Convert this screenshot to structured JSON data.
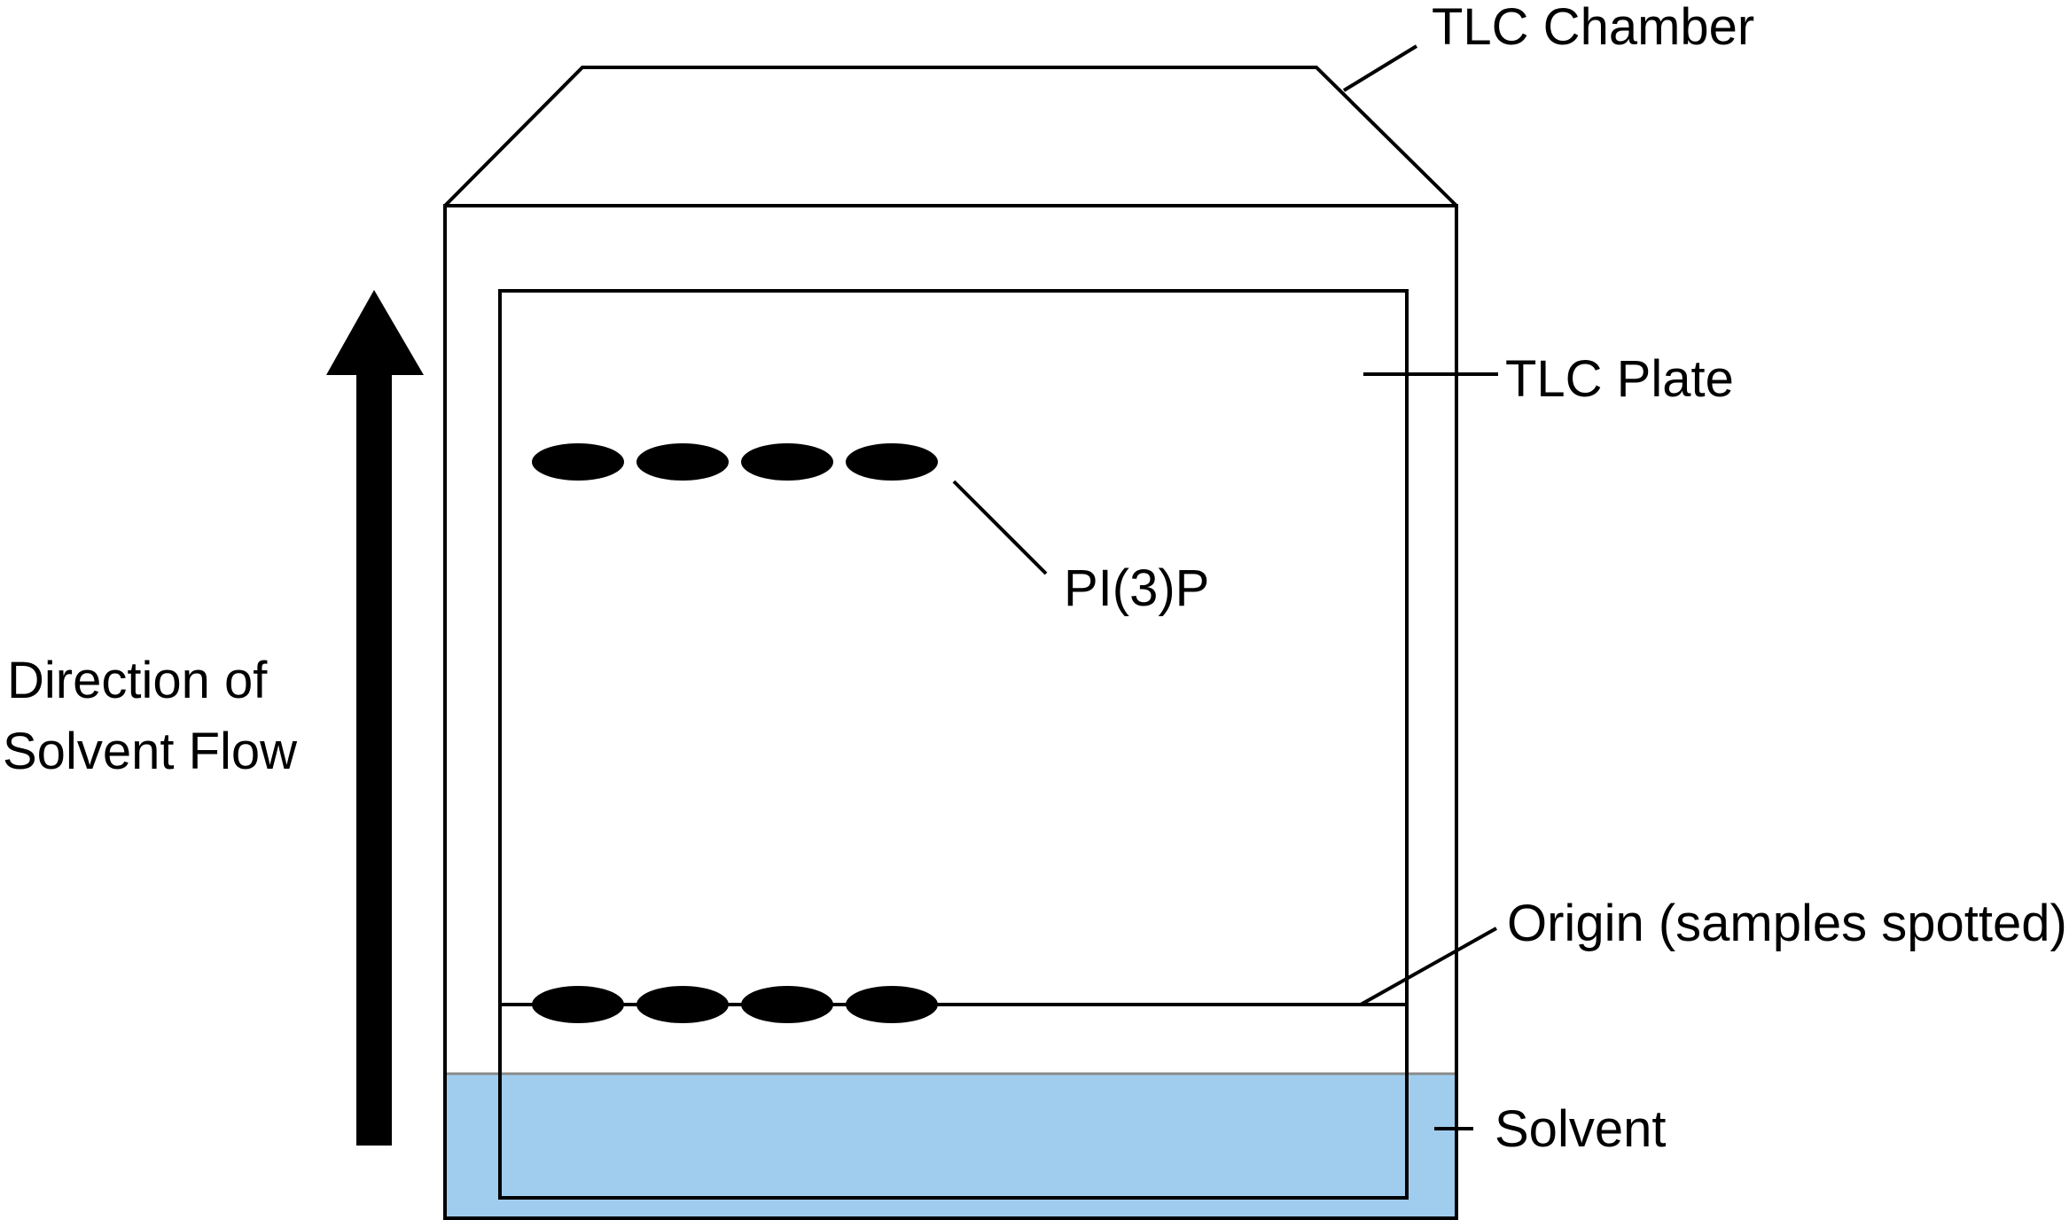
{
  "labels": {
    "chamber": "TLC Chamber",
    "plate": "TLC Plate",
    "pi3p": "PI(3)P",
    "origin": "Origin (samples spotted)",
    "solvent": "Solvent",
    "direction_line1": "Direction of",
    "direction_line2": "Solvent Flow"
  },
  "colors": {
    "solvent_fill": "#a0cdee",
    "solvent_edge": "#8a8a8a",
    "stroke": "#000000"
  },
  "spots": {
    "migrated_count": 4,
    "origin_count": 4
  }
}
